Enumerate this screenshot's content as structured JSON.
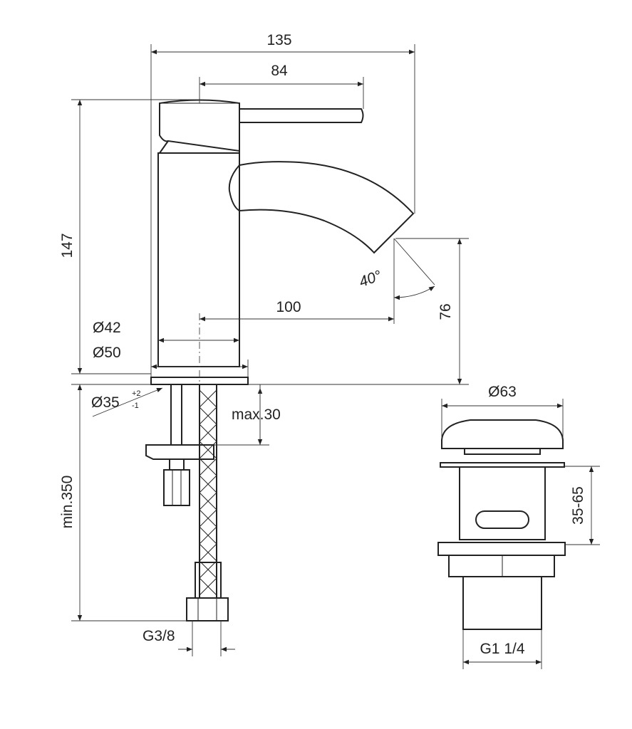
{
  "drawing": {
    "faucet": {
      "overall_width": "135",
      "lever_length": "84",
      "overall_height": "147",
      "spout_angle": "40°",
      "spout_reach": "100",
      "spout_height": "76",
      "body_diameter": "Ø42",
      "base_diameter": "Ø50",
      "hole_diameter": "Ø35",
      "hole_tol_plus": "+2",
      "hole_tol_minus": "-1",
      "max_deck_thickness": "max.30",
      "hose_length": "min.350",
      "hose_thread": "G3/8"
    },
    "waste": {
      "cap_diameter": "Ø63",
      "adjustment_range": "35-65",
      "thread": "G1 1/4"
    }
  }
}
